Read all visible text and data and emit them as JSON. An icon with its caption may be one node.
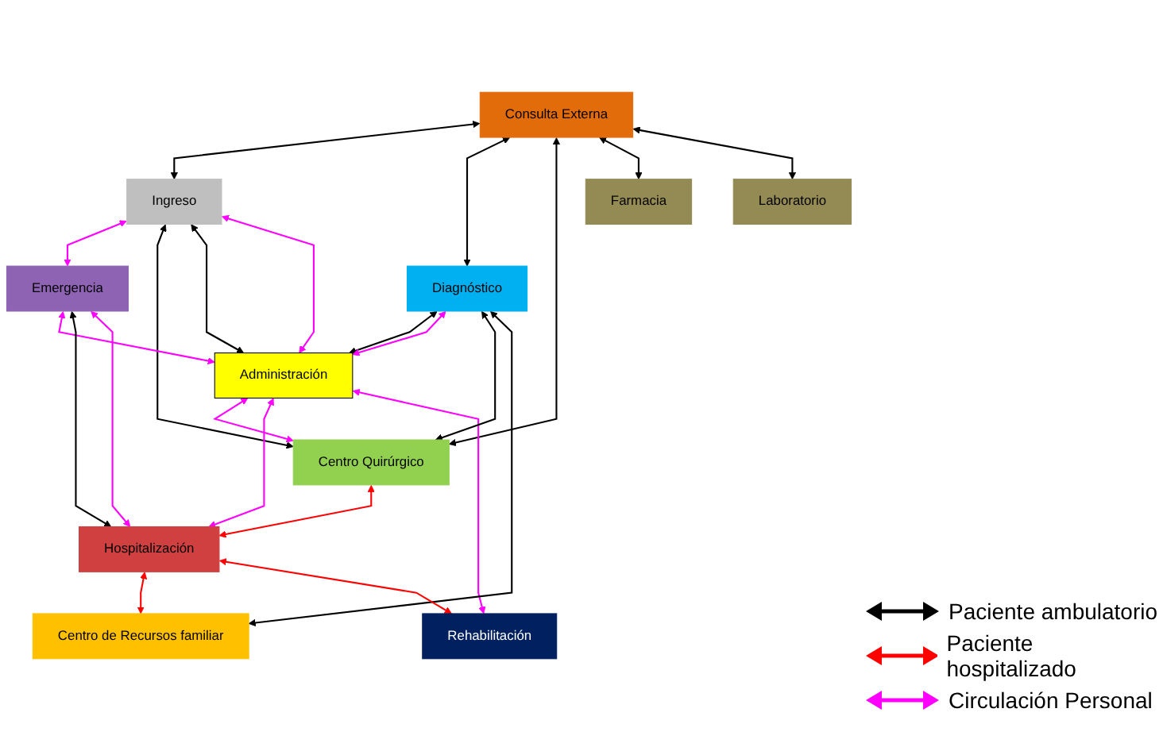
{
  "diagram": {
    "nodes": [
      {
        "text": [
          "Consulta Externa"
        ]
      },
      {
        "text": [
          "Ingreso"
        ]
      },
      {
        "text": [
          "Emergencia"
        ]
      },
      {
        "text": [
          "Diagnóstico"
        ]
      },
      {
        "text": [
          "Administración"
        ]
      },
      {
        "text": [
          "Farmacia"
        ]
      },
      {
        "text": [
          "Centro Quirúrgico"
        ]
      },
      {
        "text": [
          "Hospitalización"
        ]
      },
      {
        "text": [
          "Centro de Recursos familiar"
        ]
      },
      {
        "text": [
          "Laboratorio"
        ]
      },
      {
        "text": [
          "Rehabilitación"
        ]
      }
    ],
    "edges": [
      {
        "from": 0,
        "to": 1,
        "arrow": "both"
      },
      {
        "from": 1,
        "to": 2,
        "arrow": "both",
        "color": "#ff00ff"
      },
      {
        "from": 0,
        "to": 3,
        "arrow": "both"
      },
      {
        "from": 0,
        "to": 6,
        "arrow": "both"
      },
      {
        "from": 1,
        "to": 6,
        "arrow": "both"
      },
      {
        "from": 1,
        "to": 4,
        "arrow": "both"
      },
      {
        "from": 1,
        "to": 4,
        "arrow": "both",
        "color": "#ff00ff"
      },
      {
        "from": 2,
        "to": 4,
        "arrow": "both",
        "color": "#ff00ff"
      },
      {
        "from": 2,
        "to": 7,
        "arrow": "both"
      },
      {
        "from": 2,
        "to": 7,
        "arrow": "both",
        "color": "#ff00ff"
      },
      {
        "from": 3,
        "to": 4,
        "arrow": "both"
      },
      {
        "from": 3,
        "to": 4,
        "arrow": "both",
        "color": "#ff00ff"
      },
      {
        "from": 4,
        "to": 6,
        "arrow": "both",
        "color": "#ff00ff"
      },
      {
        "from": 4,
        "to": 7,
        "arrow": "both",
        "color": "#ff00ff"
      },
      {
        "from": 4,
        "to": 10,
        "arrow": "both",
        "color": "#ff00ff"
      },
      {
        "from": 0,
        "to": 5,
        "arrow": "both"
      },
      {
        "from": 0,
        "to": 9,
        "arrow": "both"
      },
      {
        "from": 3,
        "to": 6,
        "arrow": "both"
      },
      {
        "from": 3,
        "to": 8,
        "arrow": "both"
      },
      {
        "from": 6,
        "to": 7,
        "arrow": "both",
        "color": "#ff0000"
      },
      {
        "from": 7,
        "to": 8,
        "arrow": "both",
        "color": "#ff0000"
      },
      {
        "from": 7,
        "to": 10,
        "arrow": "both",
        "color": "#ff0000"
      }
    ],
    "legend": [
      {
        "text": "Paciente ambulatorio"
      },
      {
        "text": "Paciente hospitalizado"
      },
      {
        "text": "Circulación Personal"
      }
    ]
  }
}
